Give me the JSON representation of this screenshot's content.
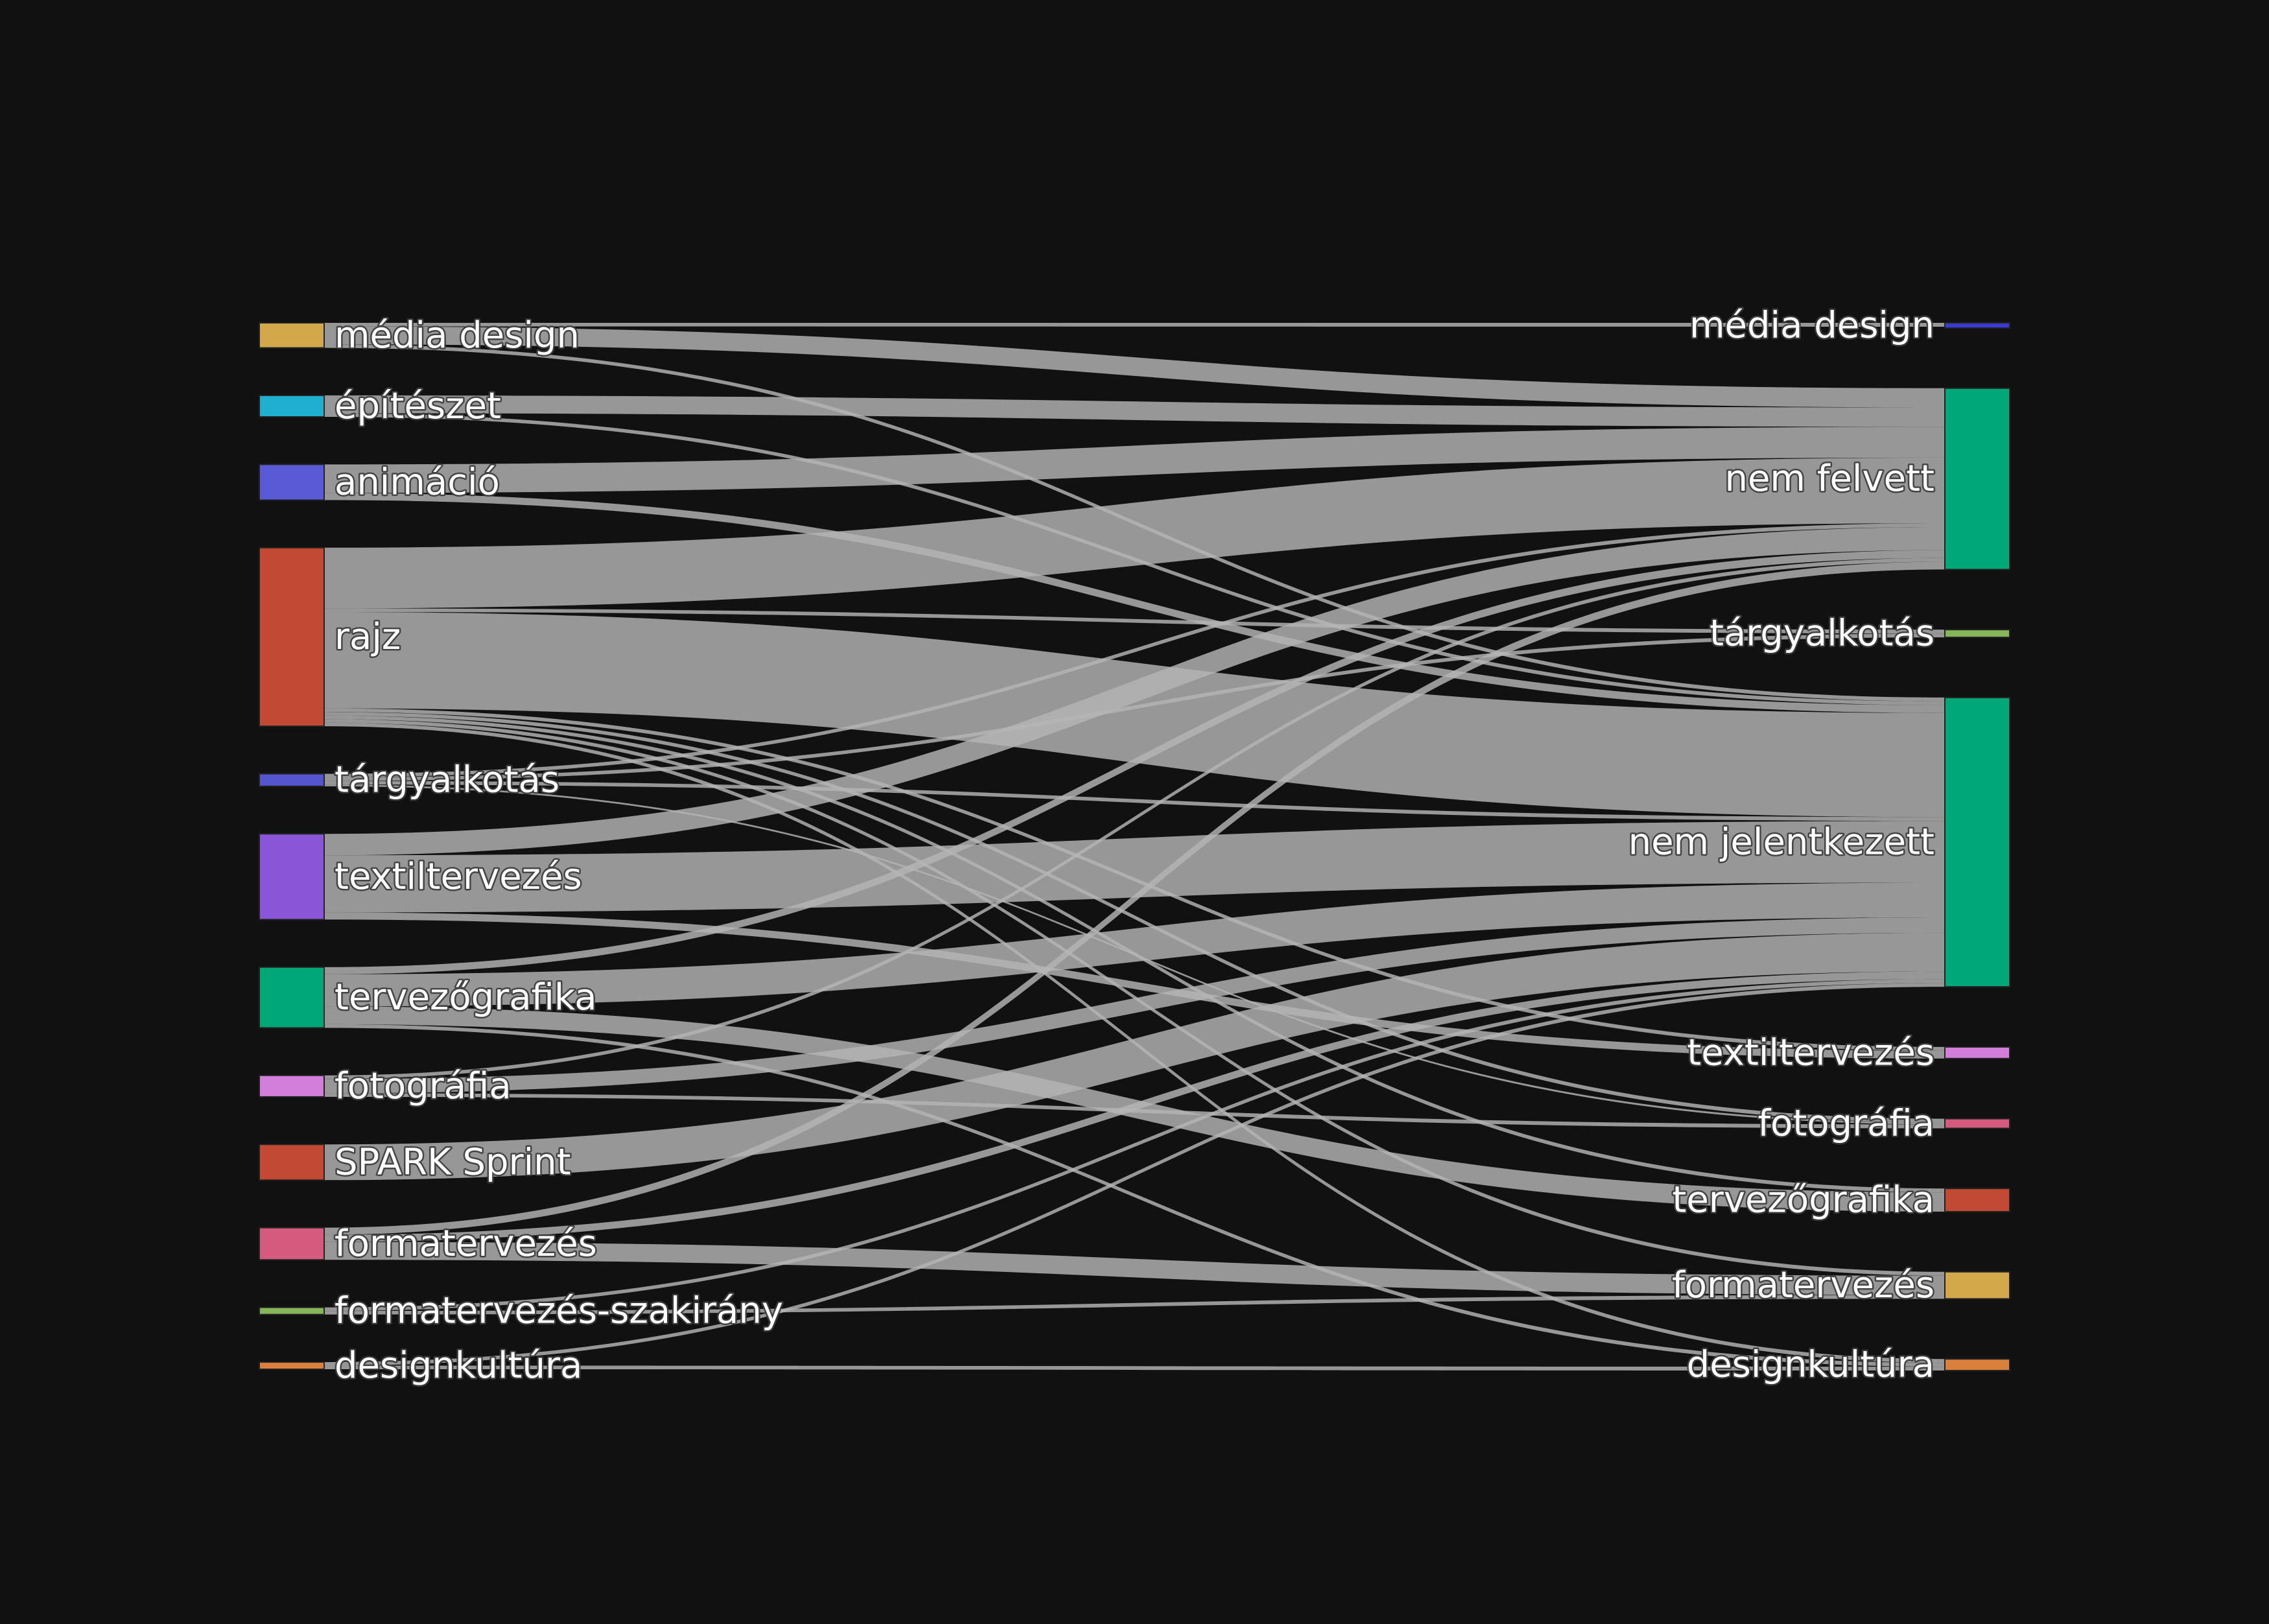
{
  "chart_data": {
    "type": "sankey",
    "colors": {
      "background": "#111111",
      "link": "#b4b4b4",
      "label": "#ffffff"
    },
    "source_nodes": [
      {
        "id": "s_media",
        "label": "média design",
        "color": "#d3a84a"
      },
      {
        "id": "s_epit",
        "label": "építészet",
        "color": "#1fb0d0"
      },
      {
        "id": "s_anim",
        "label": "animáció",
        "color": "#5a5ad6"
      },
      {
        "id": "s_rajz",
        "label": "rajz",
        "color": "#c24a34"
      },
      {
        "id": "s_targy",
        "label": "tárgyalkotás",
        "color": "#5555d0"
      },
      {
        "id": "s_textil",
        "label": "textiltervezés",
        "color": "#8a55d6"
      },
      {
        "id": "s_terv",
        "label": "tervezőgrafika",
        "color": "#00a877"
      },
      {
        "id": "s_foto",
        "label": "fotográfia",
        "color": "#d47edb"
      },
      {
        "id": "s_spark",
        "label": "SPARK Sprint",
        "color": "#c24a34"
      },
      {
        "id": "s_forma",
        "label": "formatervezés",
        "color": "#d45a7e"
      },
      {
        "id": "s_formasz",
        "label": "formatervezés-szakirány",
        "color": "#86b659"
      },
      {
        "id": "s_design",
        "label": "designkultúra",
        "color": "#d9803c"
      }
    ],
    "target_nodes": [
      {
        "id": "t_media",
        "label": "média design",
        "color": "#3a3ad6"
      },
      {
        "id": "t_nf",
        "label": "nem felvett",
        "color": "#00a877"
      },
      {
        "id": "t_targy",
        "label": "tárgyalkotás",
        "color": "#86b659"
      },
      {
        "id": "t_nj",
        "label": "nem jelentkezett",
        "color": "#00a877"
      },
      {
        "id": "t_textil",
        "label": "textiltervezés",
        "color": "#d47edb"
      },
      {
        "id": "t_foto",
        "label": "fotográfia",
        "color": "#d45a7e"
      },
      {
        "id": "t_terv",
        "label": "tervezőgrafika",
        "color": "#c24a34"
      },
      {
        "id": "t_forma",
        "label": "formatervezés",
        "color": "#d3a84a"
      },
      {
        "id": "t_design",
        "label": "designkultúra",
        "color": "#d9803c"
      }
    ],
    "links": [
      {
        "source": "s_media",
        "target": "t_media",
        "value": 1
      },
      {
        "source": "s_media",
        "target": "t_nf",
        "value": 5
      },
      {
        "source": "s_media",
        "target": "t_nj",
        "value": 1
      },
      {
        "source": "s_epit",
        "target": "t_nf",
        "value": 5
      },
      {
        "source": "s_epit",
        "target": "t_nj",
        "value": 1
      },
      {
        "source": "s_anim",
        "target": "t_nf",
        "value": 8
      },
      {
        "source": "s_anim",
        "target": "t_nj",
        "value": 2
      },
      {
        "source": "s_rajz",
        "target": "t_nf",
        "value": 17
      },
      {
        "source": "s_rajz",
        "target": "t_targy",
        "value": 1
      },
      {
        "source": "s_rajz",
        "target": "t_nj",
        "value": 27
      },
      {
        "source": "s_rajz",
        "target": "t_textil",
        "value": 1
      },
      {
        "source": "s_rajz",
        "target": "t_foto",
        "value": 1
      },
      {
        "source": "s_rajz",
        "target": "t_terv",
        "value": 1
      },
      {
        "source": "s_rajz",
        "target": "t_forma",
        "value": 1
      },
      {
        "source": "s_rajz",
        "target": "t_design",
        "value": 1
      },
      {
        "source": "s_targy",
        "target": "t_nf",
        "value": 1
      },
      {
        "source": "s_targy",
        "target": "t_targy",
        "value": 1
      },
      {
        "source": "s_targy",
        "target": "t_nj",
        "value": 1
      },
      {
        "source": "s_targy",
        "target": "t_foto",
        "value": 0.5
      },
      {
        "source": "s_textil",
        "target": "t_nf",
        "value": 6
      },
      {
        "source": "s_textil",
        "target": "t_nj",
        "value": 16
      },
      {
        "source": "s_textil",
        "target": "t_textil",
        "value": 2
      },
      {
        "source": "s_terv",
        "target": "t_nf",
        "value": 2
      },
      {
        "source": "s_terv",
        "target": "t_nj",
        "value": 9
      },
      {
        "source": "s_terv",
        "target": "t_terv",
        "value": 5
      },
      {
        "source": "s_terv",
        "target": "t_design",
        "value": 1
      },
      {
        "source": "s_foto",
        "target": "t_nf",
        "value": 1
      },
      {
        "source": "s_foto",
        "target": "t_nj",
        "value": 4
      },
      {
        "source": "s_foto",
        "target": "t_foto",
        "value": 1
      },
      {
        "source": "s_spark",
        "target": "t_nj",
        "value": 10
      },
      {
        "source": "s_forma",
        "target": "t_nf",
        "value": 2
      },
      {
        "source": "s_forma",
        "target": "t_nj",
        "value": 2
      },
      {
        "source": "s_forma",
        "target": "t_forma",
        "value": 5
      },
      {
        "source": "s_formasz",
        "target": "t_nj",
        "value": 1
      },
      {
        "source": "s_formasz",
        "target": "t_forma",
        "value": 1
      },
      {
        "source": "s_design",
        "target": "t_nj",
        "value": 1
      },
      {
        "source": "s_design",
        "target": "t_design",
        "value": 1
      }
    ]
  }
}
